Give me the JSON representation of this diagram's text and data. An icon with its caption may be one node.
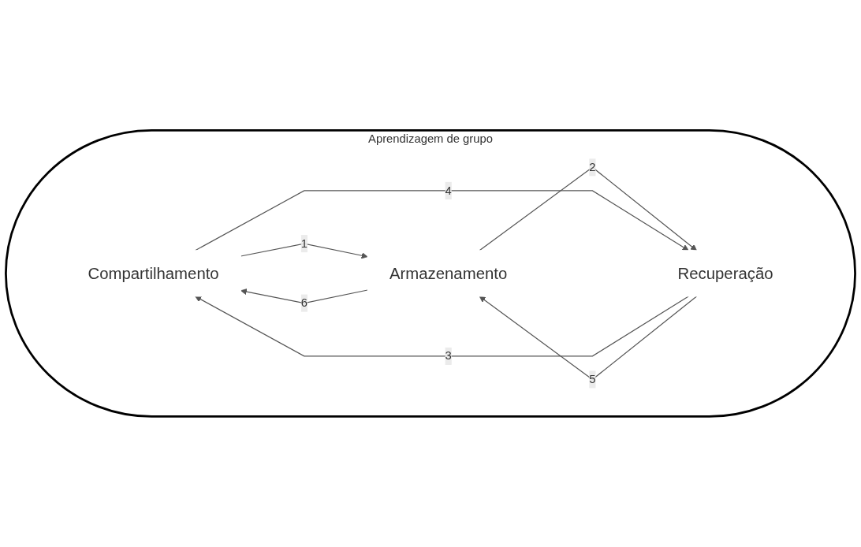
{
  "diagram": {
    "nodes": [
      {
        "text": [
          "Aprendizagem de grupo"
        ]
      },
      {
        "text": [
          "Compartilhamento"
        ],
        "in": 0
      },
      {
        "text": [
          "Recuperação"
        ],
        "in": 0
      },
      {
        "text": [
          "Armazenamento"
        ],
        "in": 0
      }
    ],
    "edges": [
      {
        "from": 1,
        "to": 3,
        "arrow": "to",
        "label": "1"
      },
      {
        "from": 3,
        "to": 2,
        "arrow": "to",
        "label": "2"
      },
      {
        "from": 2,
        "to": 1,
        "arrow": "to",
        "label": "3"
      },
      {
        "from": 1,
        "to": 2,
        "arrow": "to",
        "label": "4"
      },
      {
        "from": 2,
        "to": 3,
        "arrow": "to",
        "label": "5"
      },
      {
        "from": 3,
        "to": 1,
        "arrow": "to",
        "label": "6"
      }
    ]
  }
}
